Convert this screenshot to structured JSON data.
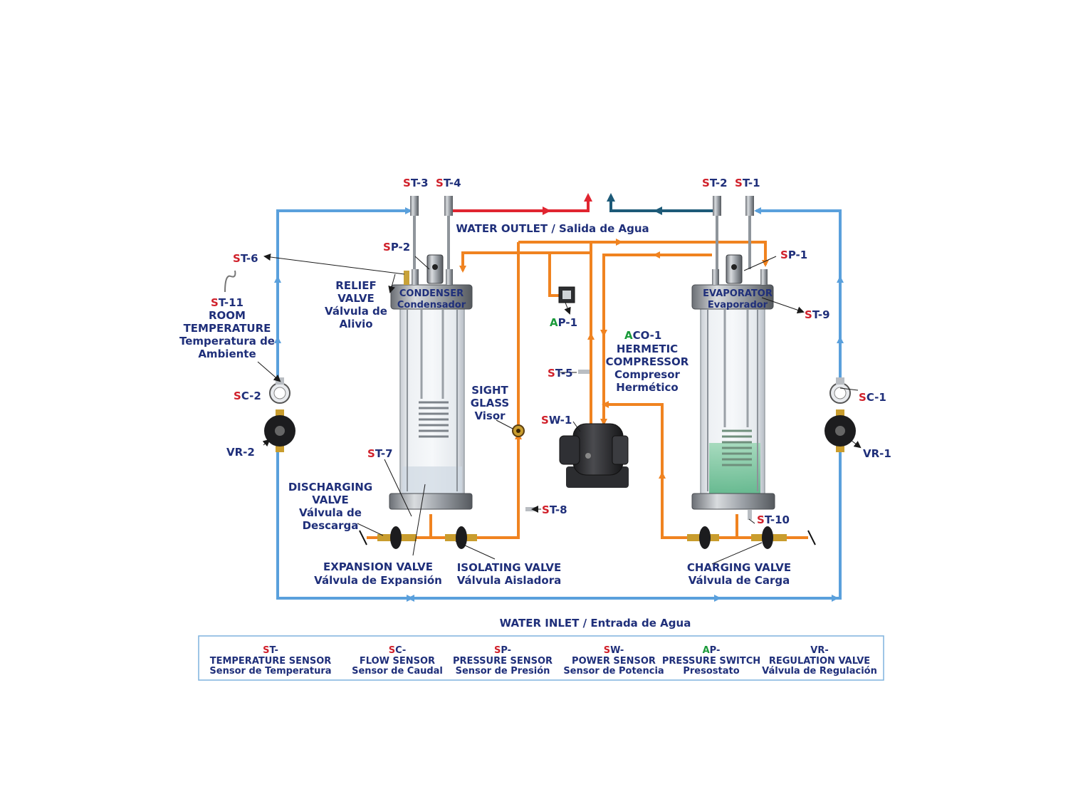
{
  "colors": {
    "cold_water": "#5aa0dc",
    "hot_outlet": "#e02530",
    "cold_outlet": "#1d5a78",
    "refrigerant": "#f08320",
    "navy_text": "#1f2f7a",
    "prefix_red": "#d0202a",
    "prefix_green": "#1a9a3a"
  },
  "water_outlet": "WATER OUTLET / Salida de Agua",
  "water_inlet": "WATER INLET / Entrada de Agua",
  "condenser": {
    "line1": "CONDENSER",
    "line2": "Condensador"
  },
  "evaporator": {
    "line1": "EVAPORATOR",
    "line2": "Evaporador"
  },
  "sensors": {
    "st3": {
      "p": "S",
      "r": "T-3"
    },
    "st4": {
      "p": "S",
      "r": "T-4"
    },
    "st2": {
      "p": "S",
      "r": "T-2"
    },
    "st1": {
      "p": "S",
      "r": "T-1"
    },
    "st6": {
      "p": "S",
      "r": "T-6"
    },
    "sp2": {
      "p": "S",
      "r": "P-2"
    },
    "sp1": {
      "p": "S",
      "r": "P-1"
    },
    "st9": {
      "p": "S",
      "r": "T-9"
    },
    "st11": {
      "p": "S",
      "r": "T-11"
    },
    "ap1": {
      "p": "A",
      "r": "P-1"
    },
    "aco1": {
      "p": "A",
      "r": "CO-1"
    },
    "st5": {
      "p": "S",
      "r": "T-5"
    },
    "sc2": {
      "p": "S",
      "r": "C-2"
    },
    "sc1": {
      "p": "S",
      "r": "C-1"
    },
    "vr2": "VR-2",
    "vr1": "VR-1",
    "sw1": {
      "p": "S",
      "r": "W-1"
    },
    "st7": {
      "p": "S",
      "r": "T-7"
    },
    "st8": {
      "p": "S",
      "r": "T-8"
    },
    "st10": {
      "p": "S",
      "r": "T-10"
    }
  },
  "labels": {
    "room_temp": [
      "ROOM",
      "TEMPERATURE",
      "Temperatura de",
      "Ambiente"
    ],
    "relief_valve": [
      "RELIEF",
      "VALVE",
      "Válvula de",
      "Alivio"
    ],
    "compressor": [
      "HERMETIC",
      "COMPRESSOR",
      "Compresor",
      "Hermético"
    ],
    "sight_glass": [
      "SIGHT",
      "GLASS",
      "Visor"
    ],
    "discharging_valve": [
      "DISCHARGING",
      "VALVE",
      "Válvula de",
      "Descarga"
    ],
    "expansion_valve": [
      "EXPANSION VALVE",
      "Válvula de Expansión"
    ],
    "isolating_valve": [
      "ISOLATING VALVE",
      "Válvula Aisladora"
    ],
    "charging_valve": [
      "CHARGING VALVE",
      "Válvula de Carga"
    ]
  },
  "legend": [
    {
      "p": "S",
      "r": "T-",
      "color": "red",
      "en": "TEMPERATURE SENSOR",
      "es": "Sensor de Temperatura"
    },
    {
      "p": "S",
      "r": "C-",
      "color": "red",
      "en": "FLOW SENSOR",
      "es": "Sensor de Caudal"
    },
    {
      "p": "S",
      "r": "P-",
      "color": "red",
      "en": "PRESSURE SENSOR",
      "es": "Sensor de Presión"
    },
    {
      "p": "S",
      "r": "W-",
      "color": "red",
      "en": "POWER SENSOR",
      "es": "Sensor de Potencia"
    },
    {
      "p": "A",
      "r": "P-",
      "color": "green",
      "en": "PRESSURE SWITCH",
      "es": "Presostato"
    },
    {
      "p": "",
      "r": "VR-",
      "color": "navy",
      "en": "REGULATION VALVE",
      "es": "Válvula de Regulación"
    }
  ]
}
